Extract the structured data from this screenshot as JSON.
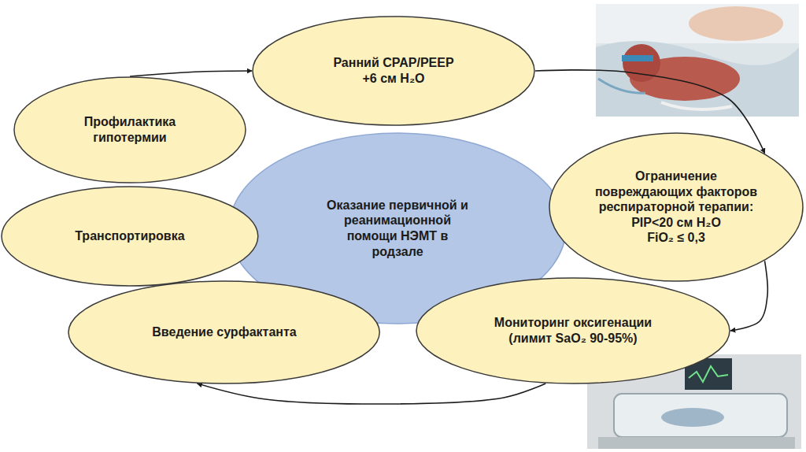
{
  "diagram": {
    "nodes": [
      {
        "text": [
          "Оказание первичной и реанимационной помощи НЭМТ в родзале"
        ]
      },
      {
        "text": [
          "Профилактика гипотермии"
        ]
      },
      {
        "text": [
          "Ранний CPAP/PEEP +6 см H₂O"
        ]
      },
      {
        "text": [
          "Ограничение повреждающих факторов респираторной терапии:",
          "PIP<20 см H₂O",
          "FiO₂ ≤ 0,3"
        ]
      },
      {
        "text": [
          "Мониторинг оксигенации (лимит SaO₂ 90-95%)"
        ]
      },
      {
        "text": [
          "Введение сурфактанта"
        ]
      },
      {
        "text": [
          "Транспортировка"
        ]
      }
    ],
    "edges": [
      {
        "from": 1,
        "to": 2,
        "arrow": "to"
      },
      {
        "from": 2,
        "to": 3,
        "arrow": "to"
      },
      {
        "from": 3,
        "to": 4,
        "arrow": "to"
      },
      {
        "from": 4,
        "to": 5,
        "arrow": "to"
      }
    ]
  }
}
